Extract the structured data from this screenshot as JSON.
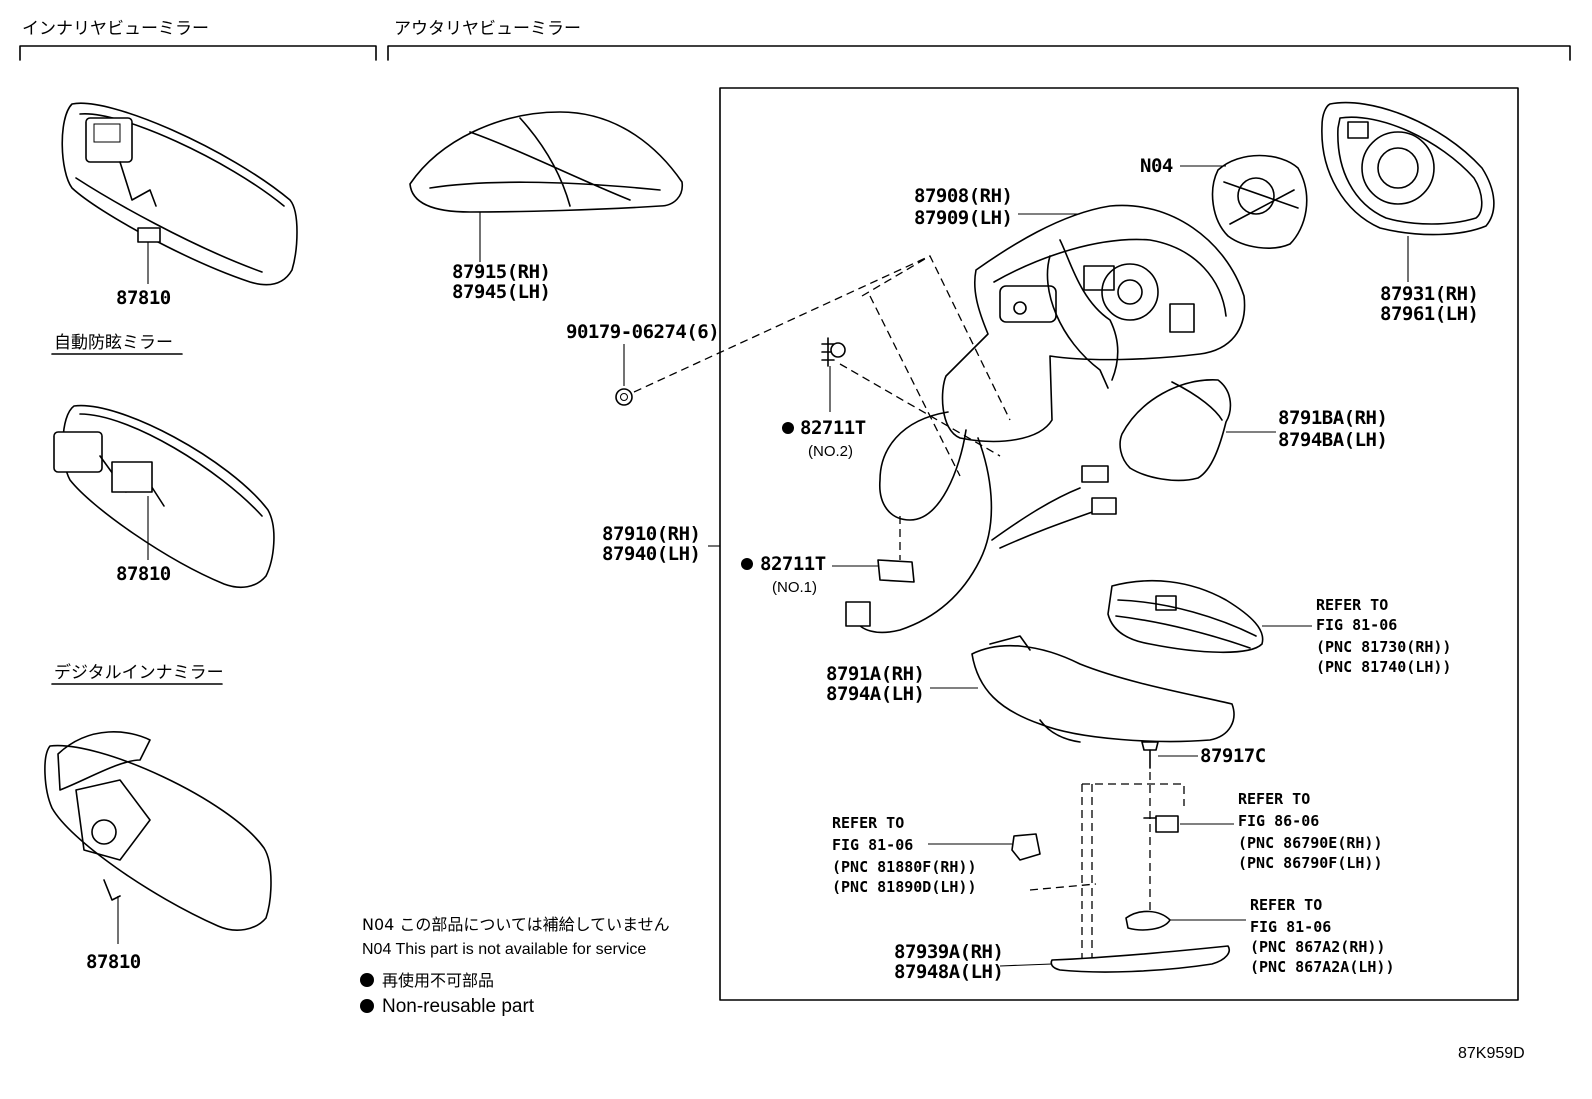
{
  "sections": {
    "inner_mirror": "インナリヤビューミラー",
    "outer_mirror": "アウタリヤビューミラー",
    "auto_dimming": "自動防眩ミラー",
    "digital_mirror": "デジタルインナミラー"
  },
  "parts": {
    "inner_1": "87810",
    "inner_2": "87810",
    "inner_3": "87810",
    "cover_rh": "87915(RH)",
    "cover_lh": "87945(LH)",
    "nut": "90179-06274(6)",
    "n04": "N04",
    "body_rh": "87908(RH)",
    "body_lh": "87909(LH)",
    "mirror_rh": "87931(RH)",
    "mirror_lh": "87961(LH)",
    "clip_no2": "82711T",
    "clip_no2_sub": "(NO.2)",
    "clip_no1": "82711T",
    "clip_no1_sub": "(NO.1)",
    "cap_rh": "8791BA(RH)",
    "cap_lh": "8794BA(LH)",
    "assy_rh": "87910(RH)",
    "assy_lh": "87940(LH)",
    "lower_rh": "8791A(RH)",
    "lower_lh": "8794A(LH)",
    "screw": "87917C",
    "base_rh": "87939A(RH)",
    "base_lh": "87948A(LH)"
  },
  "refers": {
    "r1": {
      "refer": "REFER TO",
      "fig": "FIG 81-06",
      "pnc1": "(PNC 81730(RH))",
      "pnc2": "(PNC 81740(LH))"
    },
    "r2": {
      "refer": "REFER TO",
      "fig": "FIG 81-06",
      "pnc1": "(PNC 81880F(RH))",
      "pnc2": "(PNC 81890D(LH))"
    },
    "r3": {
      "refer": "REFER TO",
      "fig": "FIG 86-06",
      "pnc1": "(PNC 86790E(RH))",
      "pnc2": "(PNC 86790F(LH))"
    },
    "r4": {
      "refer": "REFER TO",
      "fig": "FIG 81-06",
      "pnc1": "(PNC 867A2(RH))",
      "pnc2": "(PNC 867A2A(LH))"
    }
  },
  "notes": {
    "n04_jp": "N04 この部品については補給していません",
    "n04_en": "N04 This part is not available for service",
    "nonreuse_jp": "再使用不可部品",
    "nonreuse_en": "Non-reusable part"
  },
  "figure_id": "87K959D"
}
